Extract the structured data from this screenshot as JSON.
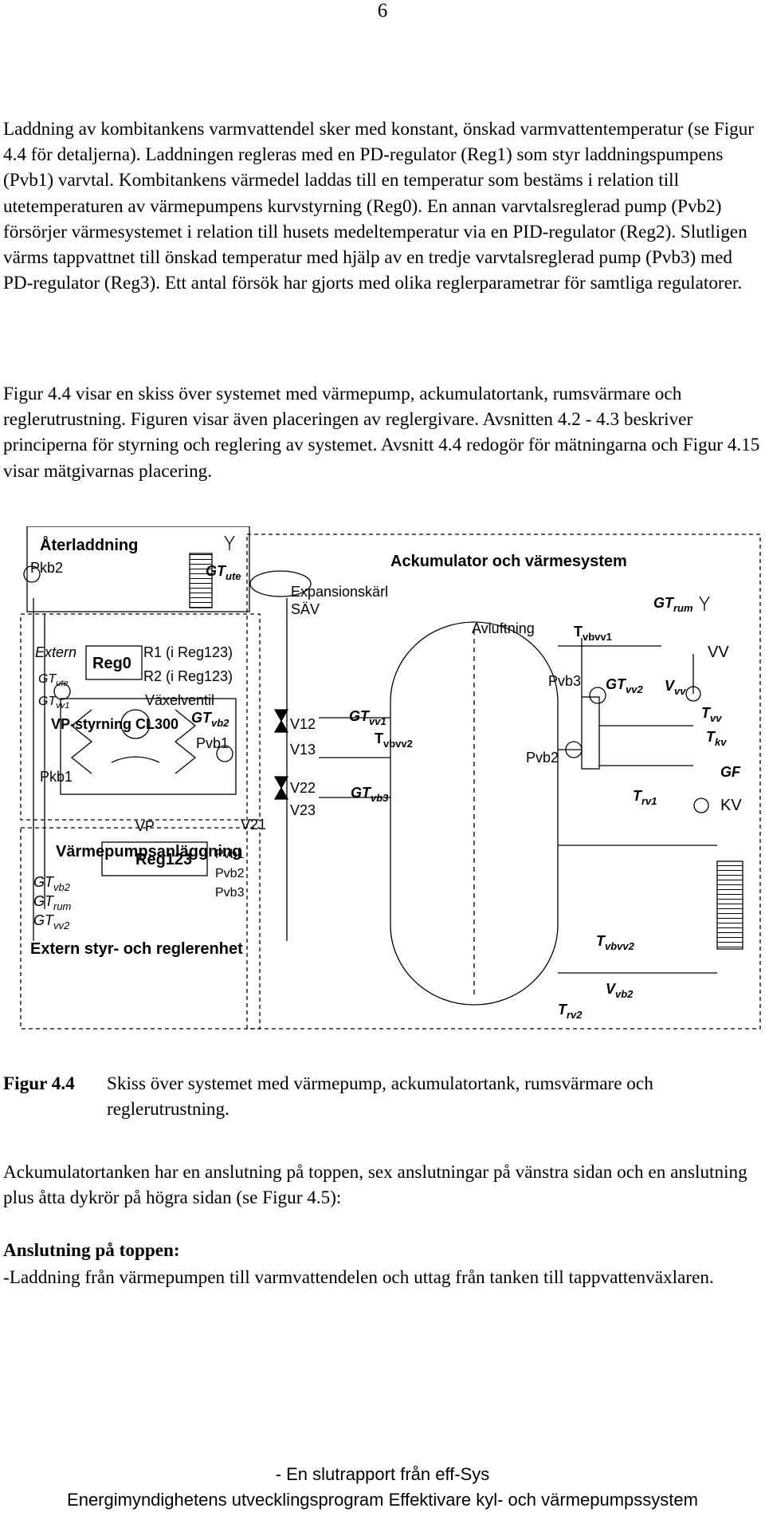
{
  "page_number": "6",
  "paragraphs": [
    "Laddning av kombitankens varmvattendel sker med konstant, önskad varmvattentemperatur (se Figur 4.4 för detaljerna). Laddningen regleras med en PD-regulator (Reg1) som styr laddningspumpens (Pvb1) varvtal. Kombitankens värmedel laddas till en temperatur som bestäms i relation till utetemperaturen av värmepumpens kurvstyrning (Reg0). En annan varvtalsreglerad pump (Pvb2) försörjer värmesystemet i relation till husets medeltemperatur via en PID-regulator (Reg2). Slutligen värms tappvattnet till önskad temperatur med hjälp av en tredje varvtalsreglerad pump (Pvb3) med PD-regulator (Reg3). Ett antal försök har gjorts med olika reglerparametrar för samtliga regulatorer.",
    "Figur 4.4 visar en skiss över systemet med värmepump, ackumulatortank, rumsvärmare och reglerutrustning. Figuren visar även placeringen av reglergivare. Avsnitten 4.2 - 4.3 beskriver principerna för styrning och reglering av systemet. Avsnitt 4.4 redogör för mätningarna och Figur 4.15 visar mätgivarnas placering.",
    "Ackumulatortanken har en anslutning på toppen, sex anslutningar på vänstra sidan och en anslutning plus åtta dykrör på högra sidan (se Figur 4.5):"
  ],
  "figure": {
    "caption_label": "Figur 4.4",
    "caption_text": "Skiss över systemet med värmepump, ackumulatortank, rumsvärmare och reglerutrustning.",
    "labels": {
      "aterladdning": "Återladdning",
      "pkb2": "Pkb2",
      "gt_ute": "GT",
      "gt_ute_sub": "ute",
      "ackumulator": "Ackumulator och värmesystem",
      "expansion": "Expansionskärl",
      "sav": "SÄV",
      "avluftning": "Avluftning",
      "gt_rum": "GT",
      "gt_rum_sub": "rum",
      "tvbvv1": "T",
      "tvbvv1_sub": "vbvv1",
      "extern": "Extern",
      "gt_ute2": "GT",
      "gt_ute2_sub": "ute",
      "gt_vv1_left": "GT",
      "gt_vv1_left_sub": "vv1",
      "reg0": "Reg0",
      "r1": "R1 (i Reg123)",
      "r2": "R2 (i Reg123)",
      "vaxelventil": "Växelventil",
      "vp_styrning": "VP-styrning CL300",
      "gt_vb2": "GT",
      "gt_vb2_sub": "vb2",
      "pvb1": "Pvb1",
      "pkb1": "Pkb1",
      "vp": "VP",
      "v21": "V21",
      "v12": "V12",
      "v13": "V13",
      "v22": "V22",
      "v23": "V23",
      "gt_vv1": "GT",
      "gt_vv1_sub": "vv1",
      "tvbvv2_mid": "T",
      "tvbvv2_mid_sub": "vbvv2",
      "gt_vb3": "GT",
      "gt_vb3_sub": "vb3",
      "pvb3": "Pvb3",
      "pvb2": "Pvb2",
      "gt_vv2": "GT",
      "gt_vv2_sub": "vv2",
      "vv": "VV",
      "v_vv": "V",
      "v_vv_sub": "vv",
      "t_vv": "T",
      "t_vv_sub": "vv",
      "t_kv": "T",
      "t_kv_sub": "kv",
      "gf": "GF",
      "kv": "KV",
      "t_rv1": "T",
      "t_rv1_sub": "rv1",
      "vp_anlaggning": "Värmepumpsanläggning",
      "gt_vb2_b": "GT",
      "gt_vb2_b_sub": "vb2",
      "gt_rum_b": "GT",
      "gt_rum_b_sub": "rum",
      "gt_vv2_b": "GT",
      "gt_vv2_b_sub": "vv2",
      "reg123": "Reg123",
      "pvb1_b": "Pvb1",
      "pvb2_b": "Pvb2",
      "pvb3_b": "Pvb3",
      "extern_styr": "Extern styr- och reglerenhet",
      "t_vbvv2": "T",
      "t_vbvv2_sub": "vbvv2",
      "v_vb2": "V",
      "v_vb2_sub": "vb2",
      "t_rv2": "T",
      "t_rv2_sub": "rv2"
    }
  },
  "heading": "Anslutning på toppen:",
  "bullet": "-Laddning från värmepumpen till varmvattendelen och uttag från tanken till tappvattenväxlaren.",
  "footer": {
    "line1": "- En slutrapport från eff-Sys",
    "line2": "Energimyndighetens utvecklingsprogram Effektivare kyl- och värmepumpssystem"
  }
}
